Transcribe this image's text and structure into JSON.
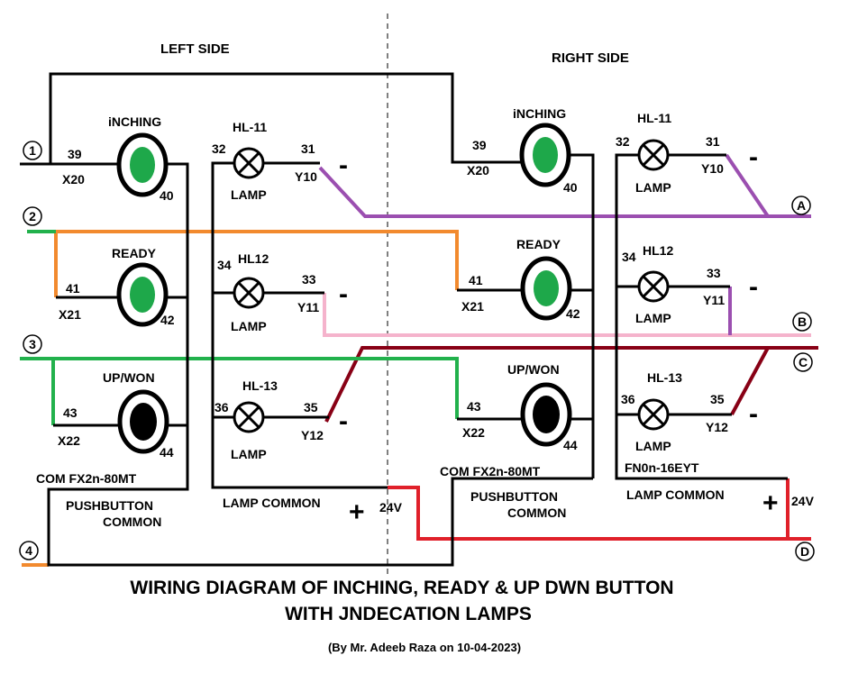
{
  "headings": {
    "left": "LEFT SIDE",
    "right": "RIGHT SIDE"
  },
  "title": {
    "line1": "WIRING DIAGRAM OF INCHING, READY & UP DWN BUTTON",
    "line2": "WITH JNDECATION LAMPS"
  },
  "byline": "(By Mr. Adeeb Raza on 10-04-2023)",
  "terminals": {
    "t1": "1",
    "t2": "2",
    "t3": "3",
    "t4": "4",
    "tA": "A",
    "tB": "B",
    "tC": "C",
    "tD": "D"
  },
  "left": {
    "buttons": [
      {
        "name": "iNCHING",
        "in": "39",
        "addr": "X20",
        "out": "40",
        "color": "#1ea84a"
      },
      {
        "name": "READY",
        "in": "41",
        "addr": "X21",
        "out": "42",
        "color": "#1ea84a"
      },
      {
        "name": "UP/WON",
        "in": "43",
        "addr": "X22",
        "out": "44",
        "color": "#000000"
      }
    ],
    "lamps": [
      {
        "tag": "HL-11",
        "in": "32",
        "out": "31",
        "addr": "Y10",
        "label": "LAMP"
      },
      {
        "tag": "HL12",
        "in": "34",
        "out": "33",
        "addr": "Y11",
        "label": "LAMP"
      },
      {
        "tag": "HL-13",
        "in": "36",
        "out": "35",
        "addr": "Y12",
        "label": "LAMP"
      }
    ],
    "com": "COM  FX2n-80MT",
    "pb_common": [
      "PUSHBUTTON",
      "COMMON"
    ],
    "lamp_common": "LAMP COMMON",
    "plus": "+",
    "volt": "24V"
  },
  "right": {
    "buttons": [
      {
        "name": "iNCHING",
        "in": "39",
        "addr": "X20",
        "out": "40",
        "color": "#1ea84a"
      },
      {
        "name": "READY",
        "in": "41",
        "addr": "X21",
        "out": "42",
        "color": "#1ea84a"
      },
      {
        "name": "UP/WON",
        "in": "43",
        "addr": "X22",
        "out": "44",
        "color": "#000000"
      }
    ],
    "lamps": [
      {
        "tag": "HL-11",
        "in": "32",
        "out": "31",
        "addr": "Y10",
        "label": "LAMP"
      },
      {
        "tag": "HL12",
        "in": "34",
        "out": "33",
        "addr": "Y11",
        "label": "LAMP"
      },
      {
        "tag": "HL-13",
        "in": "36",
        "out": "35",
        "addr": "Y12",
        "label": "LAMP"
      }
    ],
    "com": "COM  FX2n-80MT",
    "module": "FN0n-16EYT",
    "pb_common": [
      "PUSHBUTTON",
      "COMMON"
    ],
    "lamp_common": "LAMP COMMON",
    "plus": "+",
    "volt": "24V"
  },
  "minus": "-",
  "wire_colors": {
    "purple": "#9b4fb0",
    "orange": "#f28a2e",
    "green": "#22b14c",
    "pink": "#f5b3cc",
    "maroon": "#880015",
    "red": "#e0202a"
  }
}
